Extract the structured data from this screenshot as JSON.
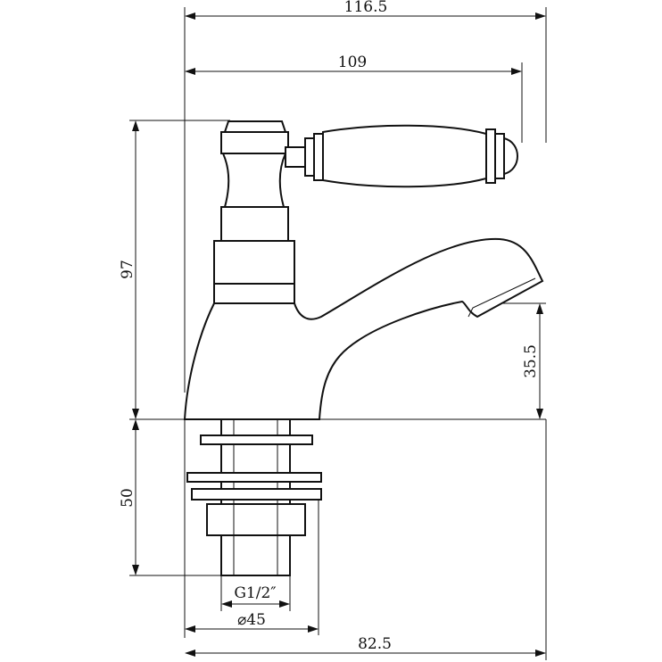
{
  "drawing": {
    "title": "Basin tap dimension drawing",
    "dimensions": {
      "overall_width": "116.5",
      "handle_width": "109",
      "body_height": "97",
      "spout_height": "35.5",
      "shank_length": "50",
      "thread": "G1/2″",
      "base_diameter": "⌀45",
      "spout_reach": "82.5"
    },
    "colors": {
      "line": "#111111",
      "background": "#ffffff"
    }
  }
}
